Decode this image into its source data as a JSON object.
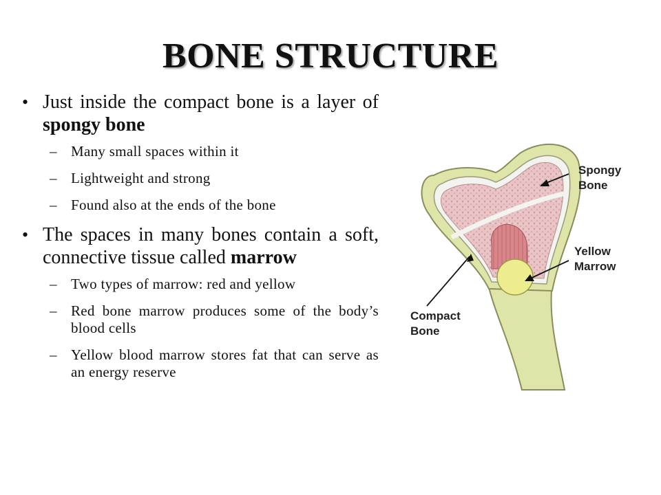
{
  "title": "BONE STRUCTURE",
  "bullets": [
    {
      "text_before": "Just inside the compact bone is a layer of ",
      "bold": "spongy bone",
      "subs": [
        "Many small spaces within it",
        "Lightweight and strong",
        "Found also at the ends of the bone"
      ]
    },
    {
      "text_before": "The spaces in many bones contain a soft, connective tissue called ",
      "bold": "marrow",
      "subs": [
        "Two types of marrow: red and yellow",
        "Red bone marrow produces some of the body’s blood cells",
        "Yellow blood marrow stores fat that can serve as an energy reserve"
      ]
    }
  ],
  "bullet_symbol": "•",
  "sub_bullet_symbol": "–",
  "figure": {
    "labels": {
      "spongy_line1": "Spongy",
      "spongy_line2": "Bone",
      "yellow_line1": "Yellow",
      "yellow_line2": "Marrow",
      "compact_line1": "Compact",
      "compact_line2": "Bone"
    },
    "colors": {
      "compact": "#dfe4a8",
      "spongy": "#e9c3c3",
      "red_marrow": "#d9868a",
      "yellow_marrow": "#eded8f"
    }
  }
}
